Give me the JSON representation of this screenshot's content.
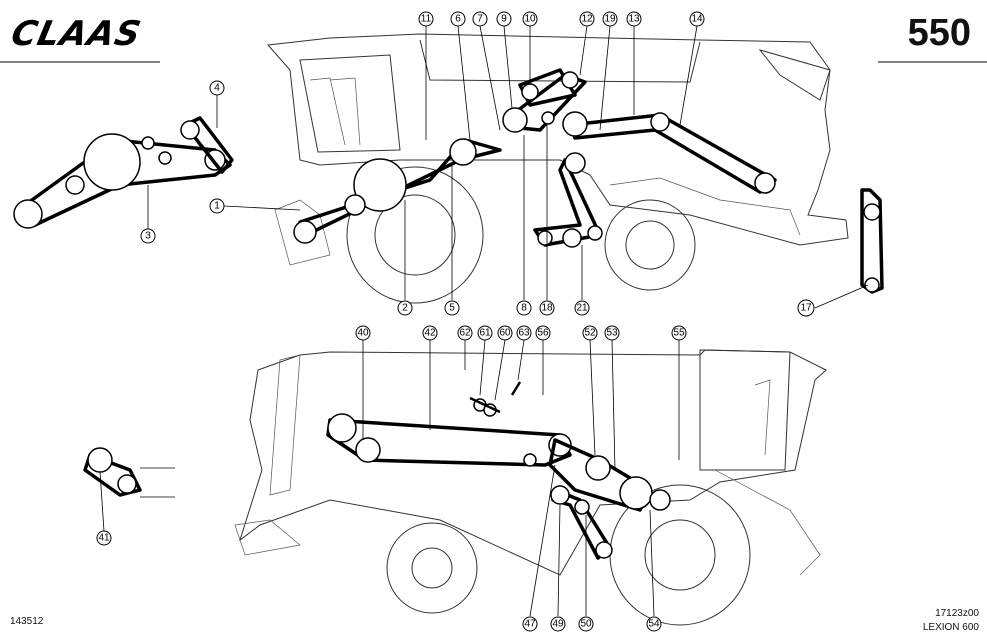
{
  "header": {
    "brand": "CLAAS",
    "page_number": "550"
  },
  "footer": {
    "drawing_number": "143512",
    "figure_code": "17123z00",
    "model": "LEXION 600"
  },
  "callouts": {
    "c1": "1",
    "c2": "2",
    "c3": "3",
    "c4": "4",
    "c5": "5",
    "c6": "6",
    "c7": "7",
    "c8": "8",
    "c9": "9",
    "c10": "10",
    "c11": "11",
    "c12": "12",
    "c13": "13",
    "c14": "14",
    "c17": "17",
    "c18": "18",
    "c19": "19",
    "c21": "21",
    "c40": "40",
    "c41": "41",
    "c42": "42",
    "c47": "47",
    "c49": "49",
    "c50": "50",
    "c52": "52",
    "c53": "53",
    "c54": "54",
    "c55": "55",
    "c56": "56",
    "c60": "60",
    "c61": "61",
    "c62": "62",
    "c63": "63"
  }
}
